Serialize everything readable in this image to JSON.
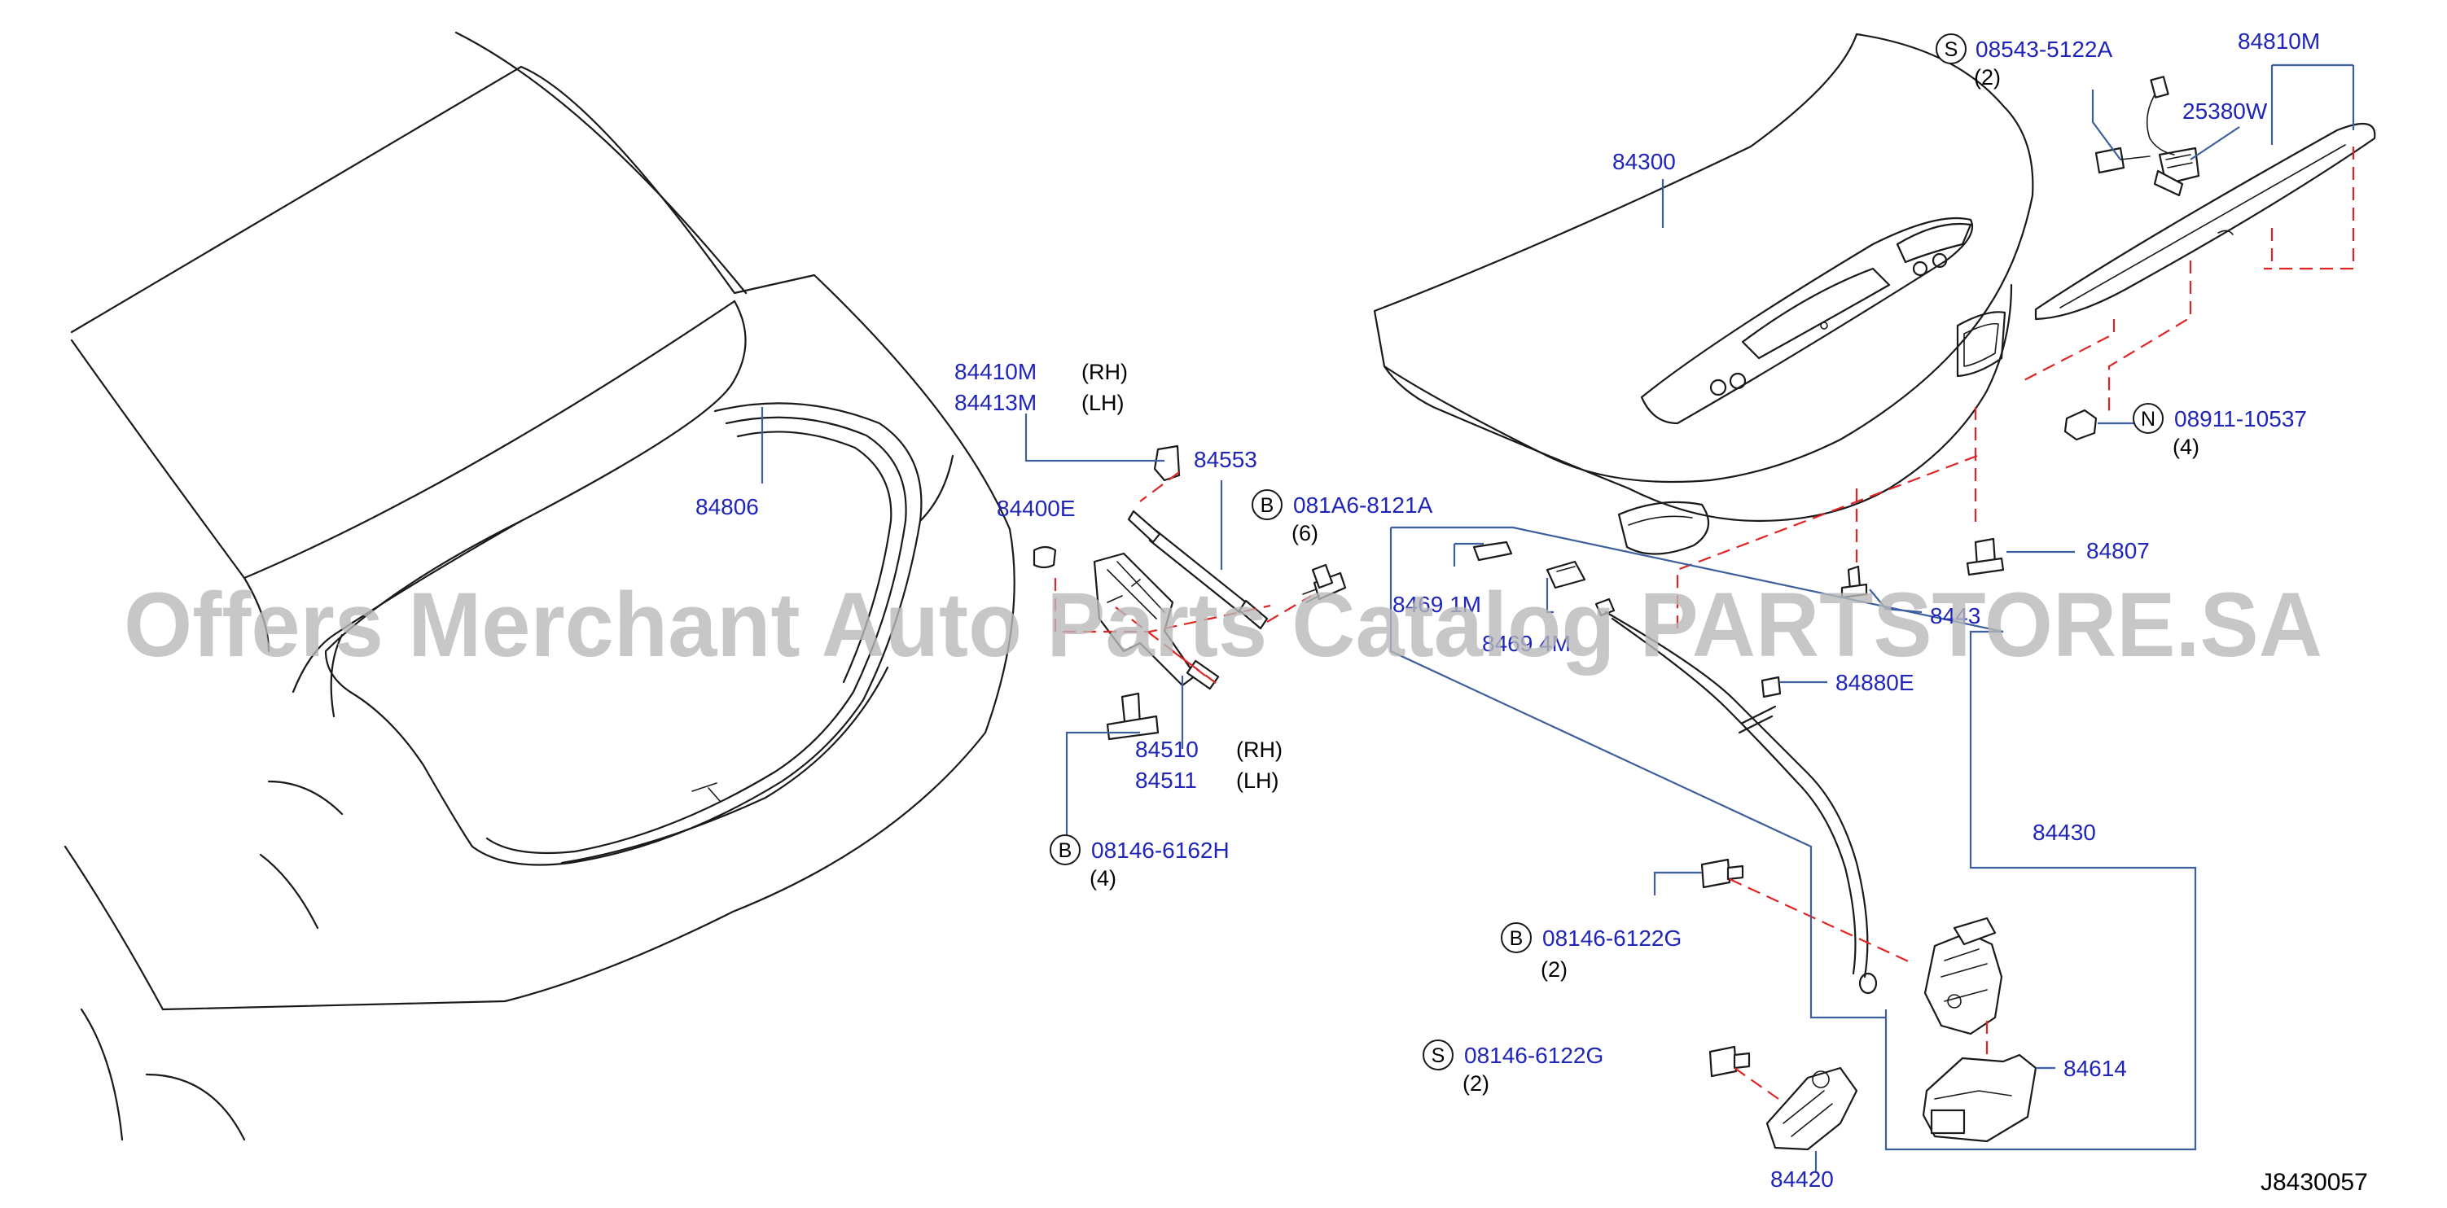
{
  "watermark": "Offers Merchant Auto Parts Catalog PARTSTORE.SA",
  "diagram_code": "J8430057",
  "colors": {
    "part_number": "#1f25b8",
    "leader_line": "#3d5f9e",
    "dashed_line": "#e02424",
    "drawing": "#1a1a1a",
    "watermark": "#b9b9b9"
  },
  "parts": {
    "p84806": "84806",
    "p84410m": "84410M",
    "p84410m_side": "(RH)",
    "p84413m": "84413M",
    "p84413m_side": "(LH)",
    "p84553": "84553",
    "p84400e": "84400E",
    "p84510": "84510",
    "p84510_side": "(RH)",
    "p84511": "84511",
    "p84511_side": "(LH)",
    "p84300": "84300",
    "p84810m": "84810M",
    "p25380w": "25380W",
    "p84807": "84807",
    "p8443": "8443",
    "p84880e": "84880E",
    "p84430": "84430",
    "p84614": "84614",
    "p84420": "84420",
    "p8469_1m": "8469 1M",
    "p8469_4m": "8469 4M"
  },
  "fasteners": {
    "f1": {
      "letter": "S",
      "code": "08543-5122A",
      "qty": "(2)"
    },
    "f2": {
      "letter": "N",
      "code": "08911-10537",
      "qty": "(4)"
    },
    "f3": {
      "letter": "B",
      "code": "081A6-8121A",
      "qty": "(6)"
    },
    "f4": {
      "letter": "B",
      "code": "08146-6162H",
      "qty": "(4)"
    },
    "f5": {
      "letter": "B",
      "code": "08146-6122G",
      "qty": "(2)"
    },
    "f6": {
      "letter": "S",
      "code": "08146-6122G",
      "qty": "(2)"
    }
  }
}
